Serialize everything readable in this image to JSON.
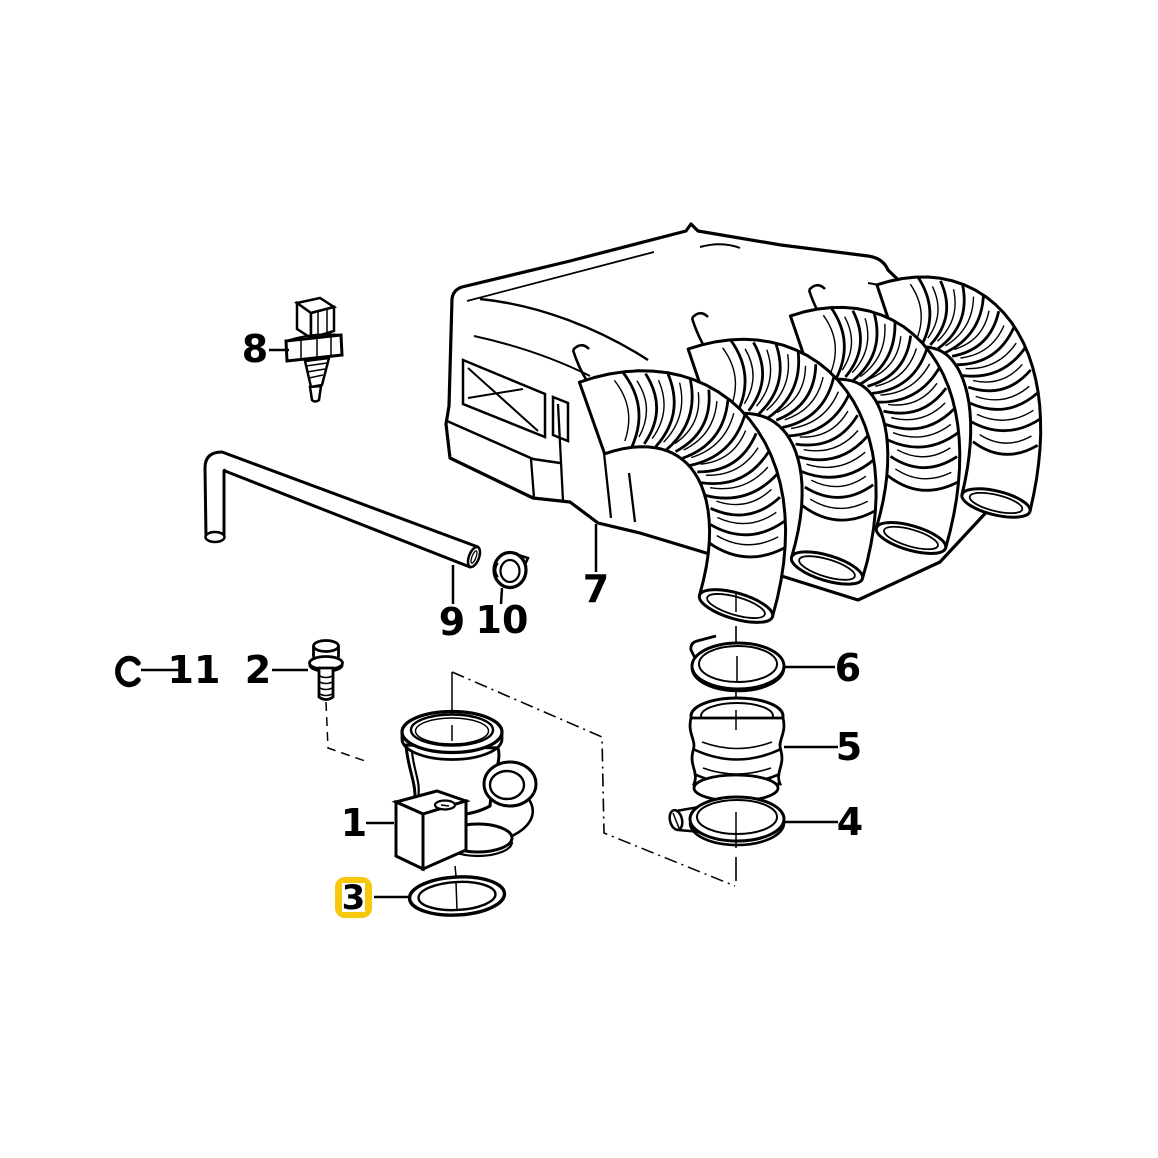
{
  "diagram": {
    "background": "#ffffff",
    "ink": "#000000"
  },
  "highlight": {
    "part_number": "3",
    "box_fill": "#f6c70a",
    "inner_fill": "#ffffff",
    "number_color": "#000000"
  },
  "callouts": [
    {
      "num": "1"
    },
    {
      "num": "2"
    },
    {
      "num": "3"
    },
    {
      "num": "4"
    },
    {
      "num": "5"
    },
    {
      "num": "6"
    },
    {
      "num": "7"
    },
    {
      "num": "8"
    },
    {
      "num": "9"
    },
    {
      "num": "10"
    },
    {
      "num": "11"
    }
  ]
}
